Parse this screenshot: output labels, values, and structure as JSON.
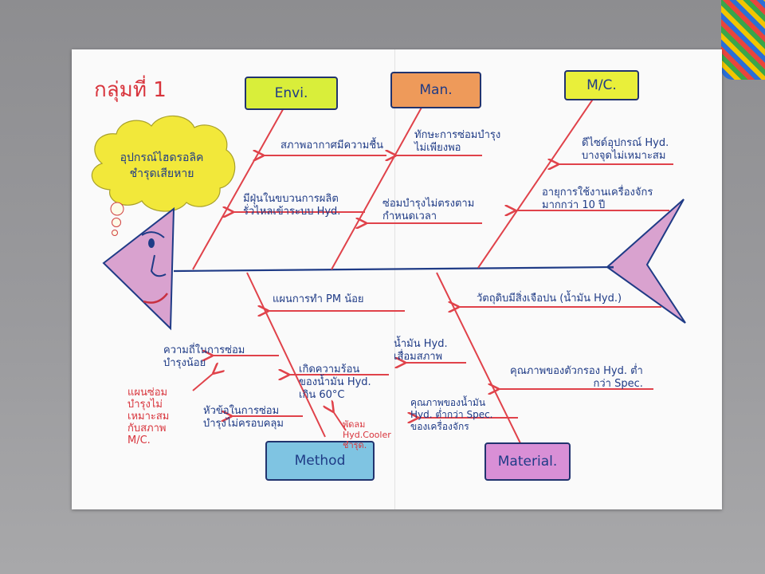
{
  "title": "กลุ่มที่ 1",
  "problem": "อุปกรณ์ไฮดรอลิค\nชำรุดเสียหาย",
  "categories": {
    "envi": "Envi.",
    "man": "Man.",
    "mc": "M/C.",
    "method": "Method",
    "material": "Material."
  },
  "causes": {
    "envi_1": "สภาพอากาศมีความชื้น",
    "envi_2": "มีฝุ่นในขบวนการผลิต\nรั่วไหลเข้าระบบ Hyd.",
    "man_1": "ทักษะการซ่อมบำรุง\nไม่เพียงพอ",
    "man_2": "ซ่อมบำรุงไม่ตรงตาม\nกำหนดเวลา",
    "mc_1": "ดีไซด์อุปกรณ์ Hyd.\nบางจุดไม่เหมาะสม",
    "mc_2": "อายุการใช้งานเครื่องจักร\nมากกว่า 10 ปี",
    "method_1": "แผนการทำ PM น้อย",
    "method_2": "ความถี่ในการซ่อม\nบำรุงน้อย",
    "method_3": "เกิดความร้อน\nของน้ำมัน Hyd.\nเกิน 60°C",
    "method_4": "หัวข้อในการซ่อม\nบำรุงไม่ครอบคลุม",
    "method_sub_1": "แผนซ่อม\nบำรุงไม่\nเหมาะสม\nกับสภาพ\nM/C.",
    "method_sub_2": "พัดลม\nHyd.Cooler\nชำรุด.",
    "material_1": "วัตถุดิบมีสิ่งเจือปน (น้ำมัน Hyd.)",
    "material_2": "น้ำมัน Hyd.\nเสื่อมสภาพ",
    "material_3": "คุณภาพของตัวกรอง Hyd. ต่ำ\nกว่า Spec.",
    "material_4": "คุณภาพของน้ำมัน\nHyd. ต่ำกว่า Spec.\nของเครื่องจักร"
  },
  "colors": {
    "ink": "#1f3b86",
    "arrow": "#e0424a",
    "envi_fill": "#d9ee3a",
    "man_fill": "#ee9a5a",
    "mc_fill": "#e9ef3a",
    "method_fill": "#7fc4e2",
    "material_fill": "#d98fd6",
    "cloud_fill": "#f2e83a",
    "fish_fill": "#d9a2cf"
  }
}
